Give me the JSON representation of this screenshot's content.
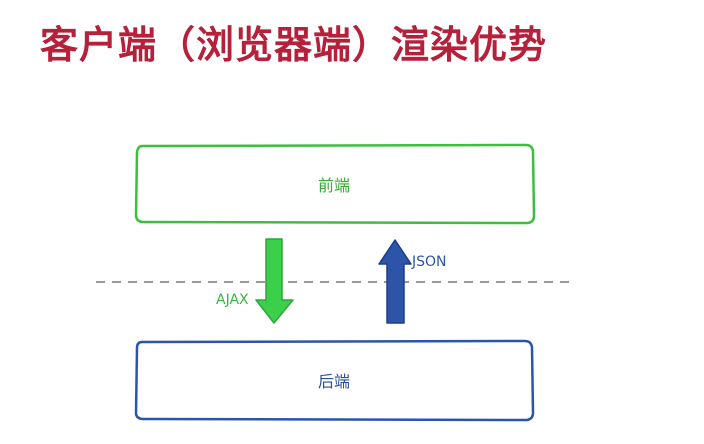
{
  "title": "客户端（浏览器端）渲染优势",
  "boxes": {
    "frontend": {
      "label": "前端",
      "color": "#3cbf3c"
    },
    "backend": {
      "label": "后端",
      "color": "#2a55a8"
    }
  },
  "arrows": {
    "ajax": {
      "label": "AJAX",
      "direction": "down",
      "color": "#3ccf4a"
    },
    "json": {
      "label": "JSON",
      "direction": "up",
      "color": "#2c55aa"
    }
  },
  "divider": {
    "style": "dashed",
    "color": "#8a8a8a"
  },
  "colors": {
    "title": "#b5203a",
    "frontend_text": "#3aa83a",
    "backend_text": "#2a4f9c",
    "ajax_text": "#34b844",
    "json_text": "#2a55a8"
  }
}
